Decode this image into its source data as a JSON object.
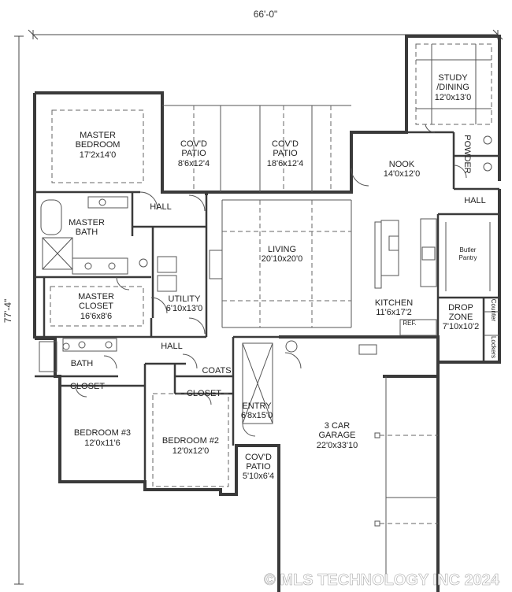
{
  "dimensions": {
    "width": "66'-0\"",
    "depth": "77'-4\""
  },
  "rooms": [
    {
      "id": "study",
      "name_lines": [
        "STUDY",
        "/DINING"
      ],
      "size": "12'0x13'0"
    },
    {
      "id": "master-bedroom",
      "name_lines": [
        "MASTER",
        "BEDROOM"
      ],
      "size": "17'2x14'0"
    },
    {
      "id": "covd-patio-1",
      "name_lines": [
        "COV'D",
        "PATIO"
      ],
      "size": "8'6x12'4"
    },
    {
      "id": "covd-patio-2",
      "name_lines": [
        "COV'D",
        "PATIO"
      ],
      "size": "18'6x12'4"
    },
    {
      "id": "nook",
      "name_lines": [
        "NOOK"
      ],
      "size": "14'0x12'0"
    },
    {
      "id": "powder",
      "name_lines": [
        "POWDER"
      ],
      "size": ""
    },
    {
      "id": "hall-master",
      "name_lines": [
        "HALL"
      ],
      "size": ""
    },
    {
      "id": "hall-east",
      "name_lines": [
        "HALL"
      ],
      "size": ""
    },
    {
      "id": "master-bath",
      "name_lines": [
        "MASTER",
        "BATH"
      ],
      "size": ""
    },
    {
      "id": "living",
      "name_lines": [
        "LIVING"
      ],
      "size": "20'10x20'0"
    },
    {
      "id": "butler-pantry",
      "name_lines": [
        "Butler",
        "Pantry"
      ],
      "size": ""
    },
    {
      "id": "master-closet",
      "name_lines": [
        "MASTER",
        "CLOSET"
      ],
      "size": "16'6x8'6"
    },
    {
      "id": "utility",
      "name_lines": [
        "UTILITY"
      ],
      "size": "6'10x13'0"
    },
    {
      "id": "kitchen",
      "name_lines": [
        "KITCHEN"
      ],
      "size": "11'6x17'2"
    },
    {
      "id": "drop-zone",
      "name_lines": [
        "DROP",
        "ZONE"
      ],
      "size": "7'10x10'2"
    },
    {
      "id": "hall-bedrooms",
      "name_lines": [
        "HALL"
      ],
      "size": ""
    },
    {
      "id": "bath",
      "name_lines": [
        "BATH"
      ],
      "size": ""
    },
    {
      "id": "coats",
      "name_lines": [
        "COATS"
      ],
      "size": ""
    },
    {
      "id": "closet-1",
      "name_lines": [
        "CLOSET"
      ],
      "size": ""
    },
    {
      "id": "closet-2",
      "name_lines": [
        "CLOSET"
      ],
      "size": ""
    },
    {
      "id": "bedroom-3",
      "name_lines": [
        "BEDROOM #3"
      ],
      "size": "12'0x11'6"
    },
    {
      "id": "bedroom-2",
      "name_lines": [
        "BEDROOM #2"
      ],
      "size": "12'0x12'0"
    },
    {
      "id": "entry",
      "name_lines": [
        "ENTRY"
      ],
      "size": "6'8x15'0"
    },
    {
      "id": "garage",
      "name_lines": [
        "3 CAR",
        "GARAGE"
      ],
      "size": "22'0x33'10"
    },
    {
      "id": "covd-patio-front",
      "name_lines": [
        "COV'D",
        "PATIO"
      ],
      "size": "5'10x6'4"
    }
  ],
  "fixtures": {
    "counter": "Counter",
    "lockers": "Lockers",
    "ref": "REF."
  },
  "watermark": "© MLS TECHNOLOGY INC 2024"
}
